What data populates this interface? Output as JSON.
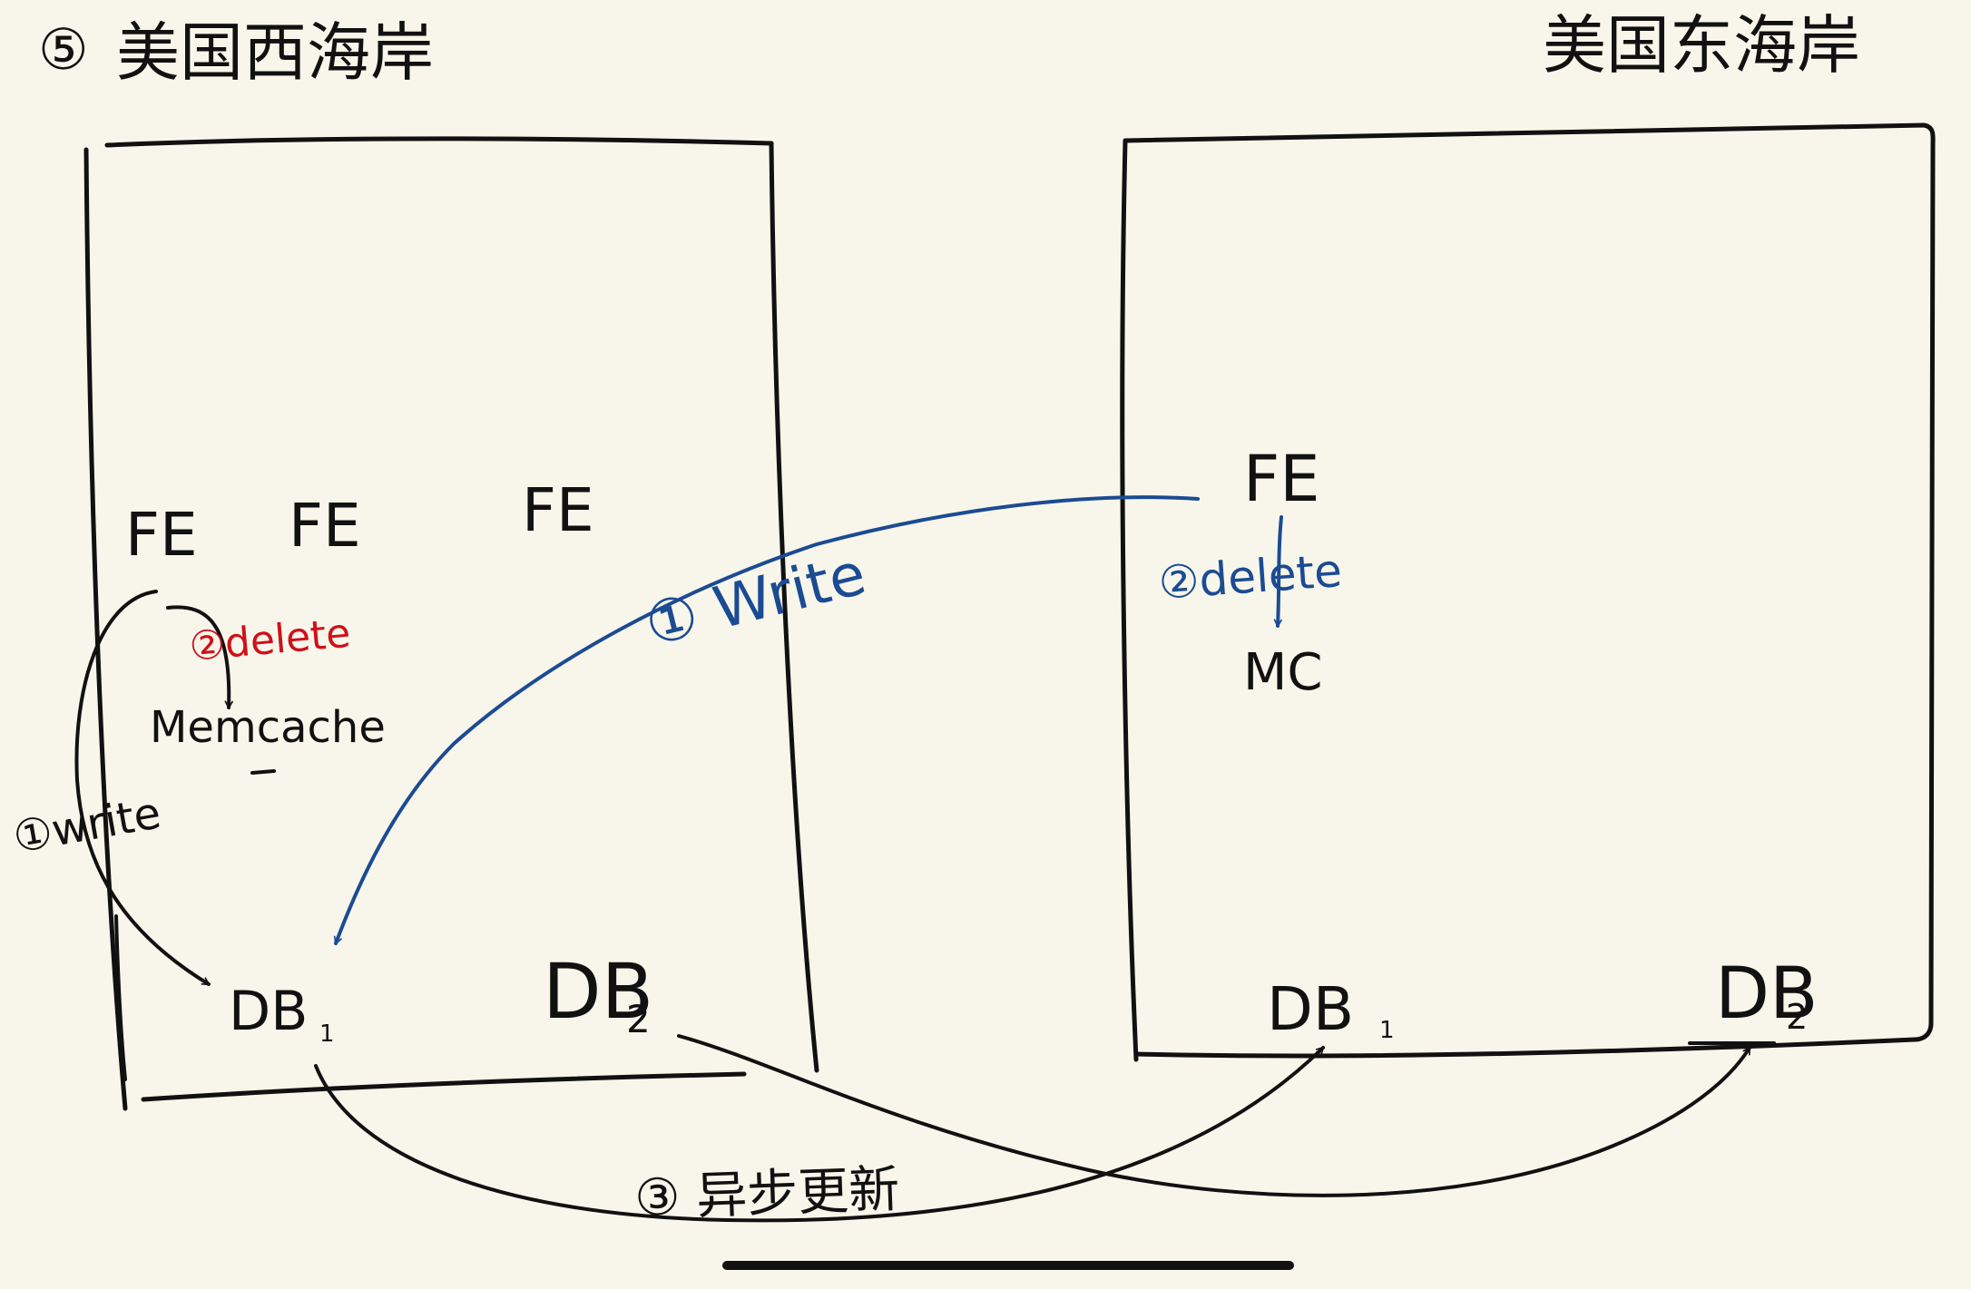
{
  "colors": {
    "background": "#f8f6ea",
    "ink": "#111111",
    "blue": "#1b4b93",
    "red": "#d0101a"
  },
  "regions": {
    "west": {
      "title_marker": "⑤",
      "title": "美国西海岸",
      "fe_nodes": [
        "FE",
        "FE",
        "FE"
      ],
      "memcache": "Memcache",
      "db1": "DB",
      "db1_sub": "1",
      "db2": "DB",
      "db2_sub": "2"
    },
    "east": {
      "title": "美国东海岸",
      "fe": "FE",
      "mc": "MC",
      "db1": "DB",
      "db1_sub": "1",
      "db2": "DB",
      "db2_sub": "2"
    }
  },
  "steps": {
    "west_delete": "②delete",
    "west_write": "①write",
    "east_write": "① Write",
    "east_delete": "②delete",
    "async_update": "③ 异步更新"
  },
  "home_indicator": "home-indicator"
}
